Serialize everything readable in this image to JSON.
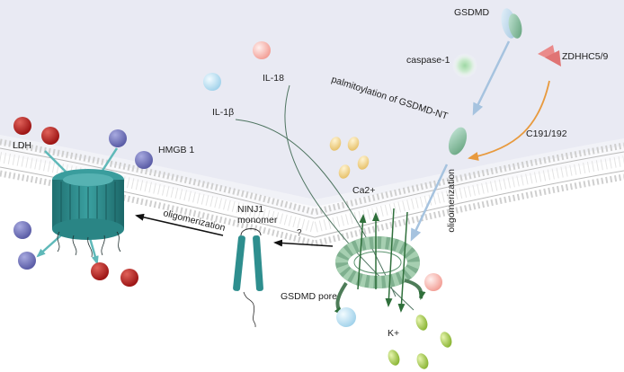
{
  "labels": {
    "gsdmd": "GSDMD",
    "caspase": "caspase-1",
    "zdhhc": "ZDHHC5/9",
    "palmitoylation": "palmitoylation  of  GSDMD-NT",
    "c191": "C191/192",
    "il1b": "IL-1β",
    "il18": "IL-18",
    "ldh": "LDH",
    "hmgb1": "HMGB  1",
    "ca2": "Ca2+",
    "oligomerization_right": "oligomerization",
    "oligomerization_left": "oligomerization",
    "ninj1_line1": "NINJ1",
    "ninj1_line2": "monomer",
    "question": "?",
    "gsdmd_pore": "GSDMD pore",
    "kplus": "K+"
  },
  "colors": {
    "cell_interior": "#e8e9f2",
    "membrane_head": "#d2d2d2",
    "teal": "#2e8e8e",
    "gsdmd_green": "#8dbe86",
    "pore_green": "#86b596",
    "blue_arrow": "#a6c3df",
    "orange_arrow": "#e89a3e",
    "zdhhc_pink": "#ea8a8a",
    "ldh_red": "#b52a2a",
    "hmgb_purple": "#7476b8",
    "ca_yellow": "#f2d79a",
    "k_green": "#a9cc55",
    "il1b_blue": "#bde1f2",
    "il18_pink": "#f6b6b0"
  }
}
